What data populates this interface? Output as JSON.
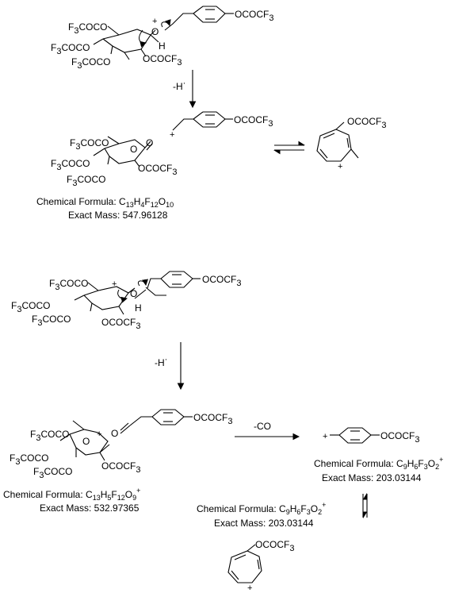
{
  "reagents": {
    "loss_h1": "-H",
    "loss_h2": "-H",
    "radical_dot": "·",
    "loss_co": "-CO"
  },
  "groups": {
    "ocof3": "OCOCF",
    "f3coco": "F",
    "three": "3",
    "coco": "COCO",
    "cocO": "COC",
    "oxygen": "O",
    "hydrogen": "H",
    "plus": "+",
    "f3cocO_tail": "COCO"
  },
  "products": {
    "p1": {
      "label": "Chemical Formula: ",
      "formula_parts": [
        {
          "t": "C",
          "sub": "13"
        },
        {
          "t": "H",
          "sub": "4"
        },
        {
          "t": "F",
          "sub": "12"
        },
        {
          "t": "O",
          "sub": "10"
        }
      ],
      "mass": "Exact Mass: 547.96128"
    },
    "p2": {
      "label": "Chemical Formula: ",
      "formula_parts": [
        {
          "t": "C",
          "sub": "13"
        },
        {
          "t": "H",
          "sub": "5"
        },
        {
          "t": "F",
          "sub": "12"
        },
        {
          "t": "O",
          "sub": "9"
        }
      ],
      "charge": "+",
      "mass": "Exact Mass: 532.97365"
    },
    "p3": {
      "label": "Chemical Formula: ",
      "formula_parts": [
        {
          "t": "C",
          "sub": "9"
        },
        {
          "t": "H",
          "sub": "6"
        },
        {
          "t": "F",
          "sub": "3"
        },
        {
          "t": "O",
          "sub": "2"
        }
      ],
      "charge": "+",
      "mass": "Exact Mass: 203.03144"
    },
    "p4": {
      "label": "Chemical Formula: ",
      "formula_parts": [
        {
          "t": "C",
          "sub": "9"
        },
        {
          "t": "H",
          "sub": "6"
        },
        {
          "t": "F",
          "sub": "3"
        },
        {
          "t": "O",
          "sub": "2"
        }
      ],
      "charge": "+",
      "mass": "Exact Mass: 203.03144"
    }
  }
}
